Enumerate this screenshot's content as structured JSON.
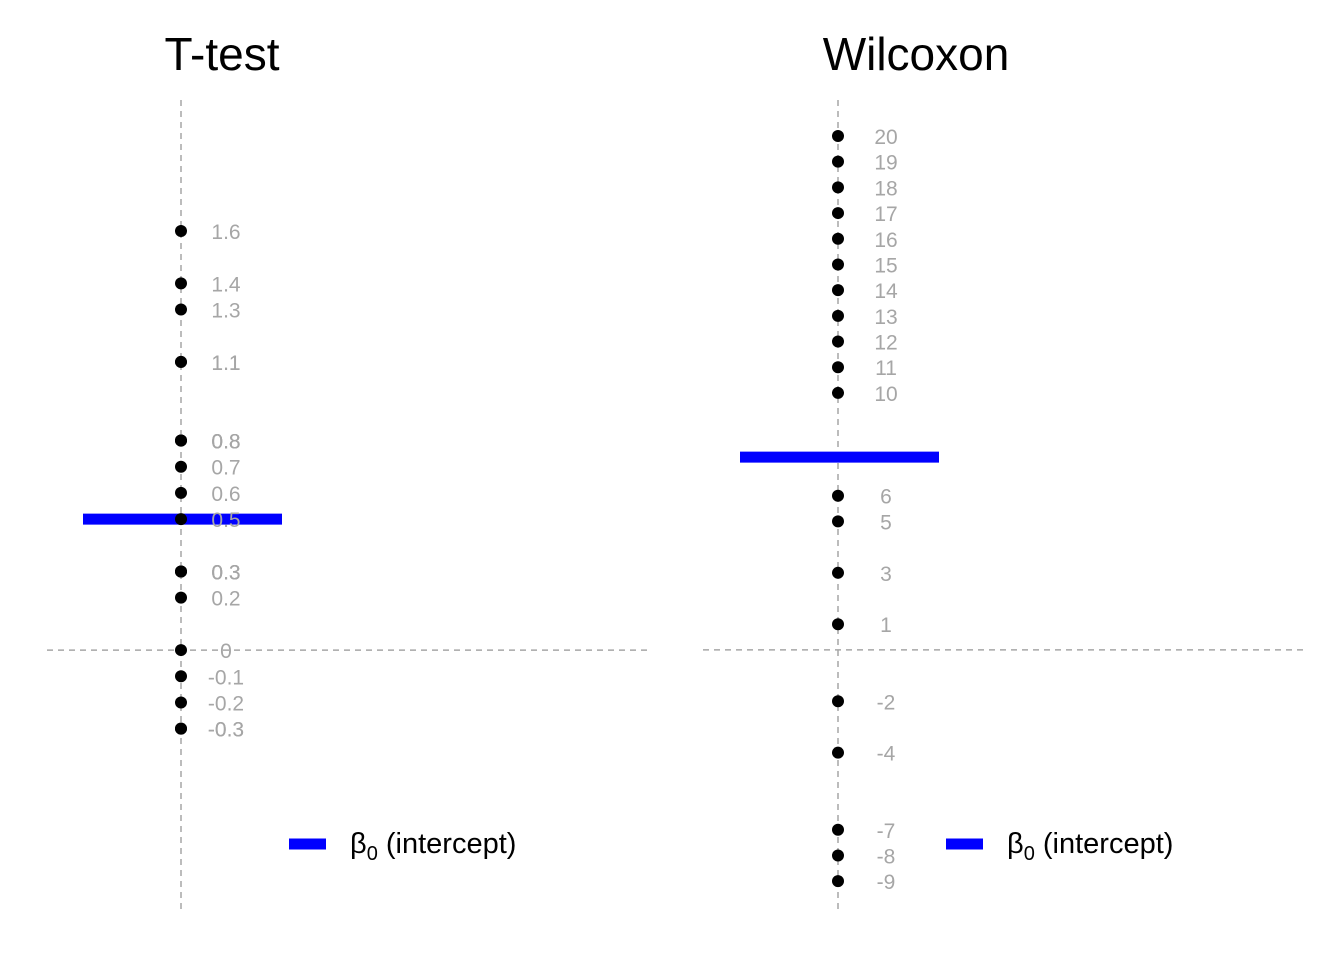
{
  "chart_data": [
    {
      "type": "scatter",
      "title": "T-test",
      "points": [
        1.6,
        1.4,
        1.3,
        1.1,
        1.1,
        0.8,
        0.8,
        0.8,
        0.7,
        0.6,
        0.5,
        0.3,
        0.3,
        0.3,
        0.2,
        0,
        -0.1,
        -0.2,
        -0.3,
        -0.3
      ],
      "labels": [
        "1.6",
        "1.4",
        "1.3",
        "1.1",
        "1.1",
        "0.8",
        "0.8",
        "0.8",
        "0.7",
        "0.6",
        "0.5",
        "0.3",
        "0.3",
        "0.3",
        "0.2",
        "0",
        "-0.1",
        "-0.2",
        "-0.3",
        "-0.3"
      ],
      "intercept": 0.5,
      "ylim": [
        -1.0,
        2.1
      ],
      "reference_lines": {
        "horizontal": 0,
        "vertical": 0
      },
      "legend": {
        "label_symbol": "β",
        "label_sub": "0",
        "label_text": " (intercept)",
        "position": "bottom-right"
      },
      "grid": false
    },
    {
      "type": "scatter",
      "title": "Wilcoxon",
      "points": [
        20,
        19,
        18,
        17,
        16,
        15,
        14,
        13,
        12,
        11,
        10,
        6,
        5,
        3,
        1,
        -2,
        -4,
        -7,
        -8,
        -9
      ],
      "labels": [
        "20",
        "19",
        "18",
        "17",
        "16",
        "15",
        "14",
        "13",
        "12",
        "11",
        "10",
        "6",
        "5",
        "3",
        "1",
        "-2",
        "-4",
        "-7",
        "-8",
        "-9"
      ],
      "intercept": 7.5,
      "ylim": [
        -10.2,
        21.4
      ],
      "reference_lines": {
        "horizontal": 0,
        "vertical": 0
      },
      "legend": {
        "label_symbol": "β",
        "label_sub": "0",
        "label_text": " (intercept)",
        "position": "bottom-right"
      },
      "grid": false
    }
  ],
  "colors": {
    "point": "#000000",
    "point_label": "#a6a6a6",
    "intercept_line": "#0000ff",
    "reference_line": "#a6a6a6",
    "title": "#000000"
  }
}
